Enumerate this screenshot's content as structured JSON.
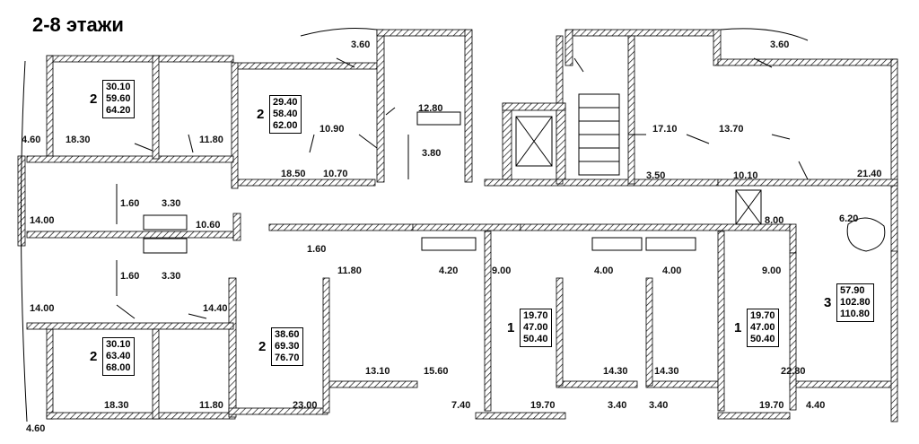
{
  "title": "2-8 этажи",
  "room_areas": [
    "3.60",
    "3.60",
    "18.30",
    "11.80",
    "4.60",
    "10.90",
    "18.50",
    "10.70",
    "12.80",
    "3.80",
    "17.10",
    "3.50",
    "13.70",
    "10.10",
    "21.40",
    "14.00",
    "1.60",
    "3.30",
    "10.60",
    "1.60",
    "3.30",
    "1.60",
    "11.80",
    "4.20",
    "9.00",
    "4.00",
    "4.00",
    "9.00",
    "8.00",
    "6.20",
    "14.00",
    "14.40",
    "13.10",
    "15.60",
    "14.30",
    "14.30",
    "22.80",
    "4.60",
    "18.30",
    "11.80",
    "23.00",
    "7.40",
    "19.70",
    "3.40",
    "3.40",
    "19.70",
    "4.40"
  ],
  "apartments": [
    {
      "rooms": "2",
      "areas": [
        "30.10",
        "59.60",
        "64.20"
      ]
    },
    {
      "rooms": "2",
      "areas": [
        "29.40",
        "58.40",
        "62.00"
      ]
    },
    {
      "rooms": "2",
      "areas": [
        "30.10",
        "63.40",
        "68.00"
      ]
    },
    {
      "rooms": "2",
      "areas": [
        "38.60",
        "69.30",
        "76.70"
      ]
    },
    {
      "rooms": "1",
      "areas": [
        "19.70",
        "47.00",
        "50.40"
      ]
    },
    {
      "rooms": "1",
      "areas": [
        "19.70",
        "47.00",
        "50.40"
      ]
    },
    {
      "rooms": "3",
      "areas": [
        "57.90",
        "102.80",
        "110.80"
      ]
    }
  ]
}
